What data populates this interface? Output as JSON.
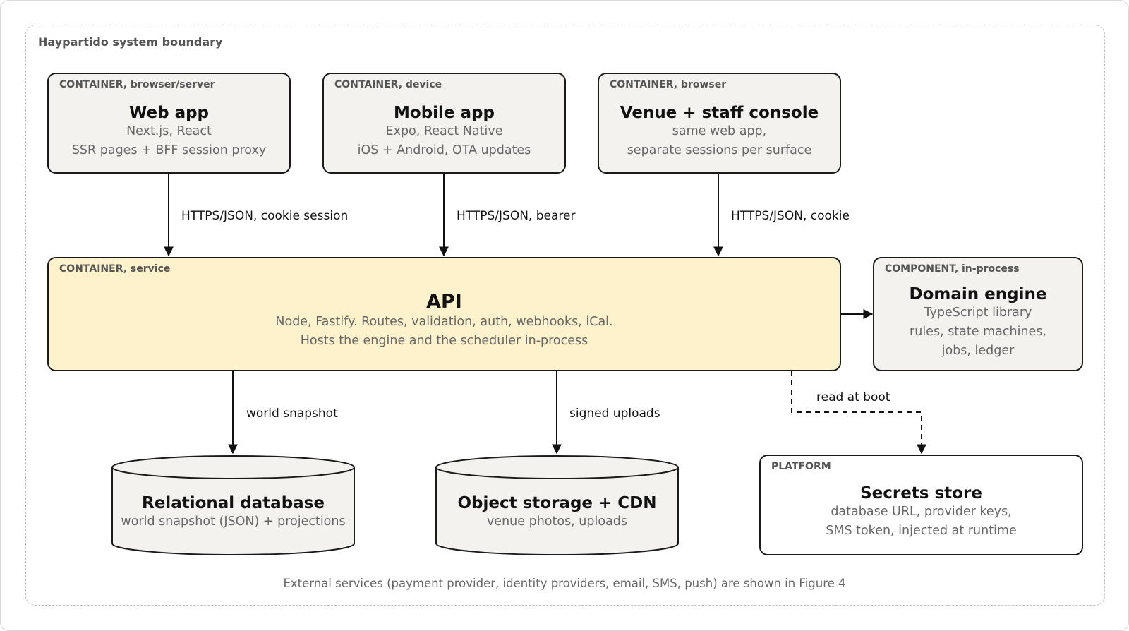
{
  "boundary": {
    "label": "Haypartido system boundary"
  },
  "containers": {
    "web_app": {
      "tag": "CONTAINER, browser/server",
      "title": "Web app",
      "lines": [
        "Next.js, React",
        "SSR pages + BFF session proxy"
      ]
    },
    "mobile_app": {
      "tag": "CONTAINER, device",
      "title": "Mobile app",
      "lines": [
        "Expo, React Native",
        "iOS + Android, OTA updates"
      ]
    },
    "console": {
      "tag": "CONTAINER, browser",
      "title": "Venue + staff console",
      "lines": [
        "same web app,",
        "separate sessions per surface"
      ]
    },
    "api": {
      "tag": "CONTAINER, service",
      "title": "API",
      "lines": [
        "Node, Fastify. Routes, validation, auth, webhooks, iCal.",
        "Hosts the engine and the scheduler in-process"
      ]
    },
    "engine": {
      "tag": "COMPONENT, in-process",
      "title": "Domain engine",
      "lines": [
        "TypeScript library",
        "rules, state machines,",
        "jobs, ledger"
      ]
    },
    "database": {
      "title": "Relational database",
      "lines": [
        "world snapshot (JSON) + projections"
      ]
    },
    "storage": {
      "title": "Object storage + CDN",
      "lines": [
        "venue photos, uploads"
      ]
    },
    "secrets": {
      "tag": "PLATFORM",
      "title": "Secrets store",
      "lines": [
        "database URL, provider keys,",
        "SMS token, injected at runtime"
      ]
    }
  },
  "edges": {
    "web_to_api": "HTTPS/JSON, cookie session",
    "mobile_to_api": "HTTPS/JSON, bearer",
    "console_to_api": "HTTPS/JSON, cookie",
    "api_to_db": "world snapshot",
    "api_to_storage": "signed uploads",
    "api_to_secrets": "read at boot"
  },
  "footnote": "External services (payment provider, identity providers, email, SMS, push) are shown in Figure 4"
}
